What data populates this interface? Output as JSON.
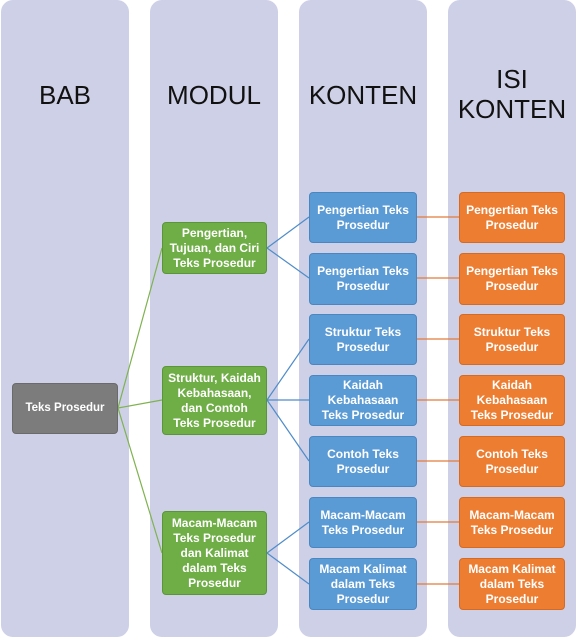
{
  "columns": {
    "bab": "BAB",
    "modul": "MODUL",
    "konten": "KONTEN",
    "isi_konten": "ISI\nKONTEN"
  },
  "colors": {
    "column_bg": "#cdd0e6",
    "bab_node": "#7c7c7c",
    "modul_node": "#6fad47",
    "konten_node": "#5b9bd5",
    "isi_node": "#ed7d31"
  },
  "bab": {
    "label": "Teks Prosedur"
  },
  "modul": [
    {
      "label": "Pengertian,\nTujuan, dan Ciri\nTeks Prosedur"
    },
    {
      "label": "Struktur, Kaidah\nKebahasaan,\ndan Contoh\nTeks Prosedur"
    },
    {
      "label": "Macam-Macam\nTeks Prosedur\ndan Kalimat\ndalam Teks\nProsedur"
    }
  ],
  "konten": [
    {
      "label": "Pengertian Teks\nProsedur"
    },
    {
      "label": "Pengertian Teks\nProsedur"
    },
    {
      "label": "Struktur Teks\nProsedur"
    },
    {
      "label": "Kaidah\nKebahasaan\nTeks Prosedur"
    },
    {
      "label": "Contoh Teks\nProsedur"
    },
    {
      "label": "Macam-Macam\nTeks Prosedur"
    },
    {
      "label": "Macam Kalimat\ndalam Teks\nProsedur"
    }
  ],
  "isi_konten": [
    {
      "label": "Pengertian Teks\nProsedur"
    },
    {
      "label": "Pengertian Teks\nProsedur"
    },
    {
      "label": "Struktur Teks\nProsedur"
    },
    {
      "label": "Kaidah\nKebahasaan\nTeks Prosedur"
    },
    {
      "label": "Contoh Teks\nProsedur"
    },
    {
      "label": "Macam-Macam\nTeks Prosedur"
    },
    {
      "label": "Macam Kalimat\ndalam Teks\nProsedur"
    }
  ]
}
